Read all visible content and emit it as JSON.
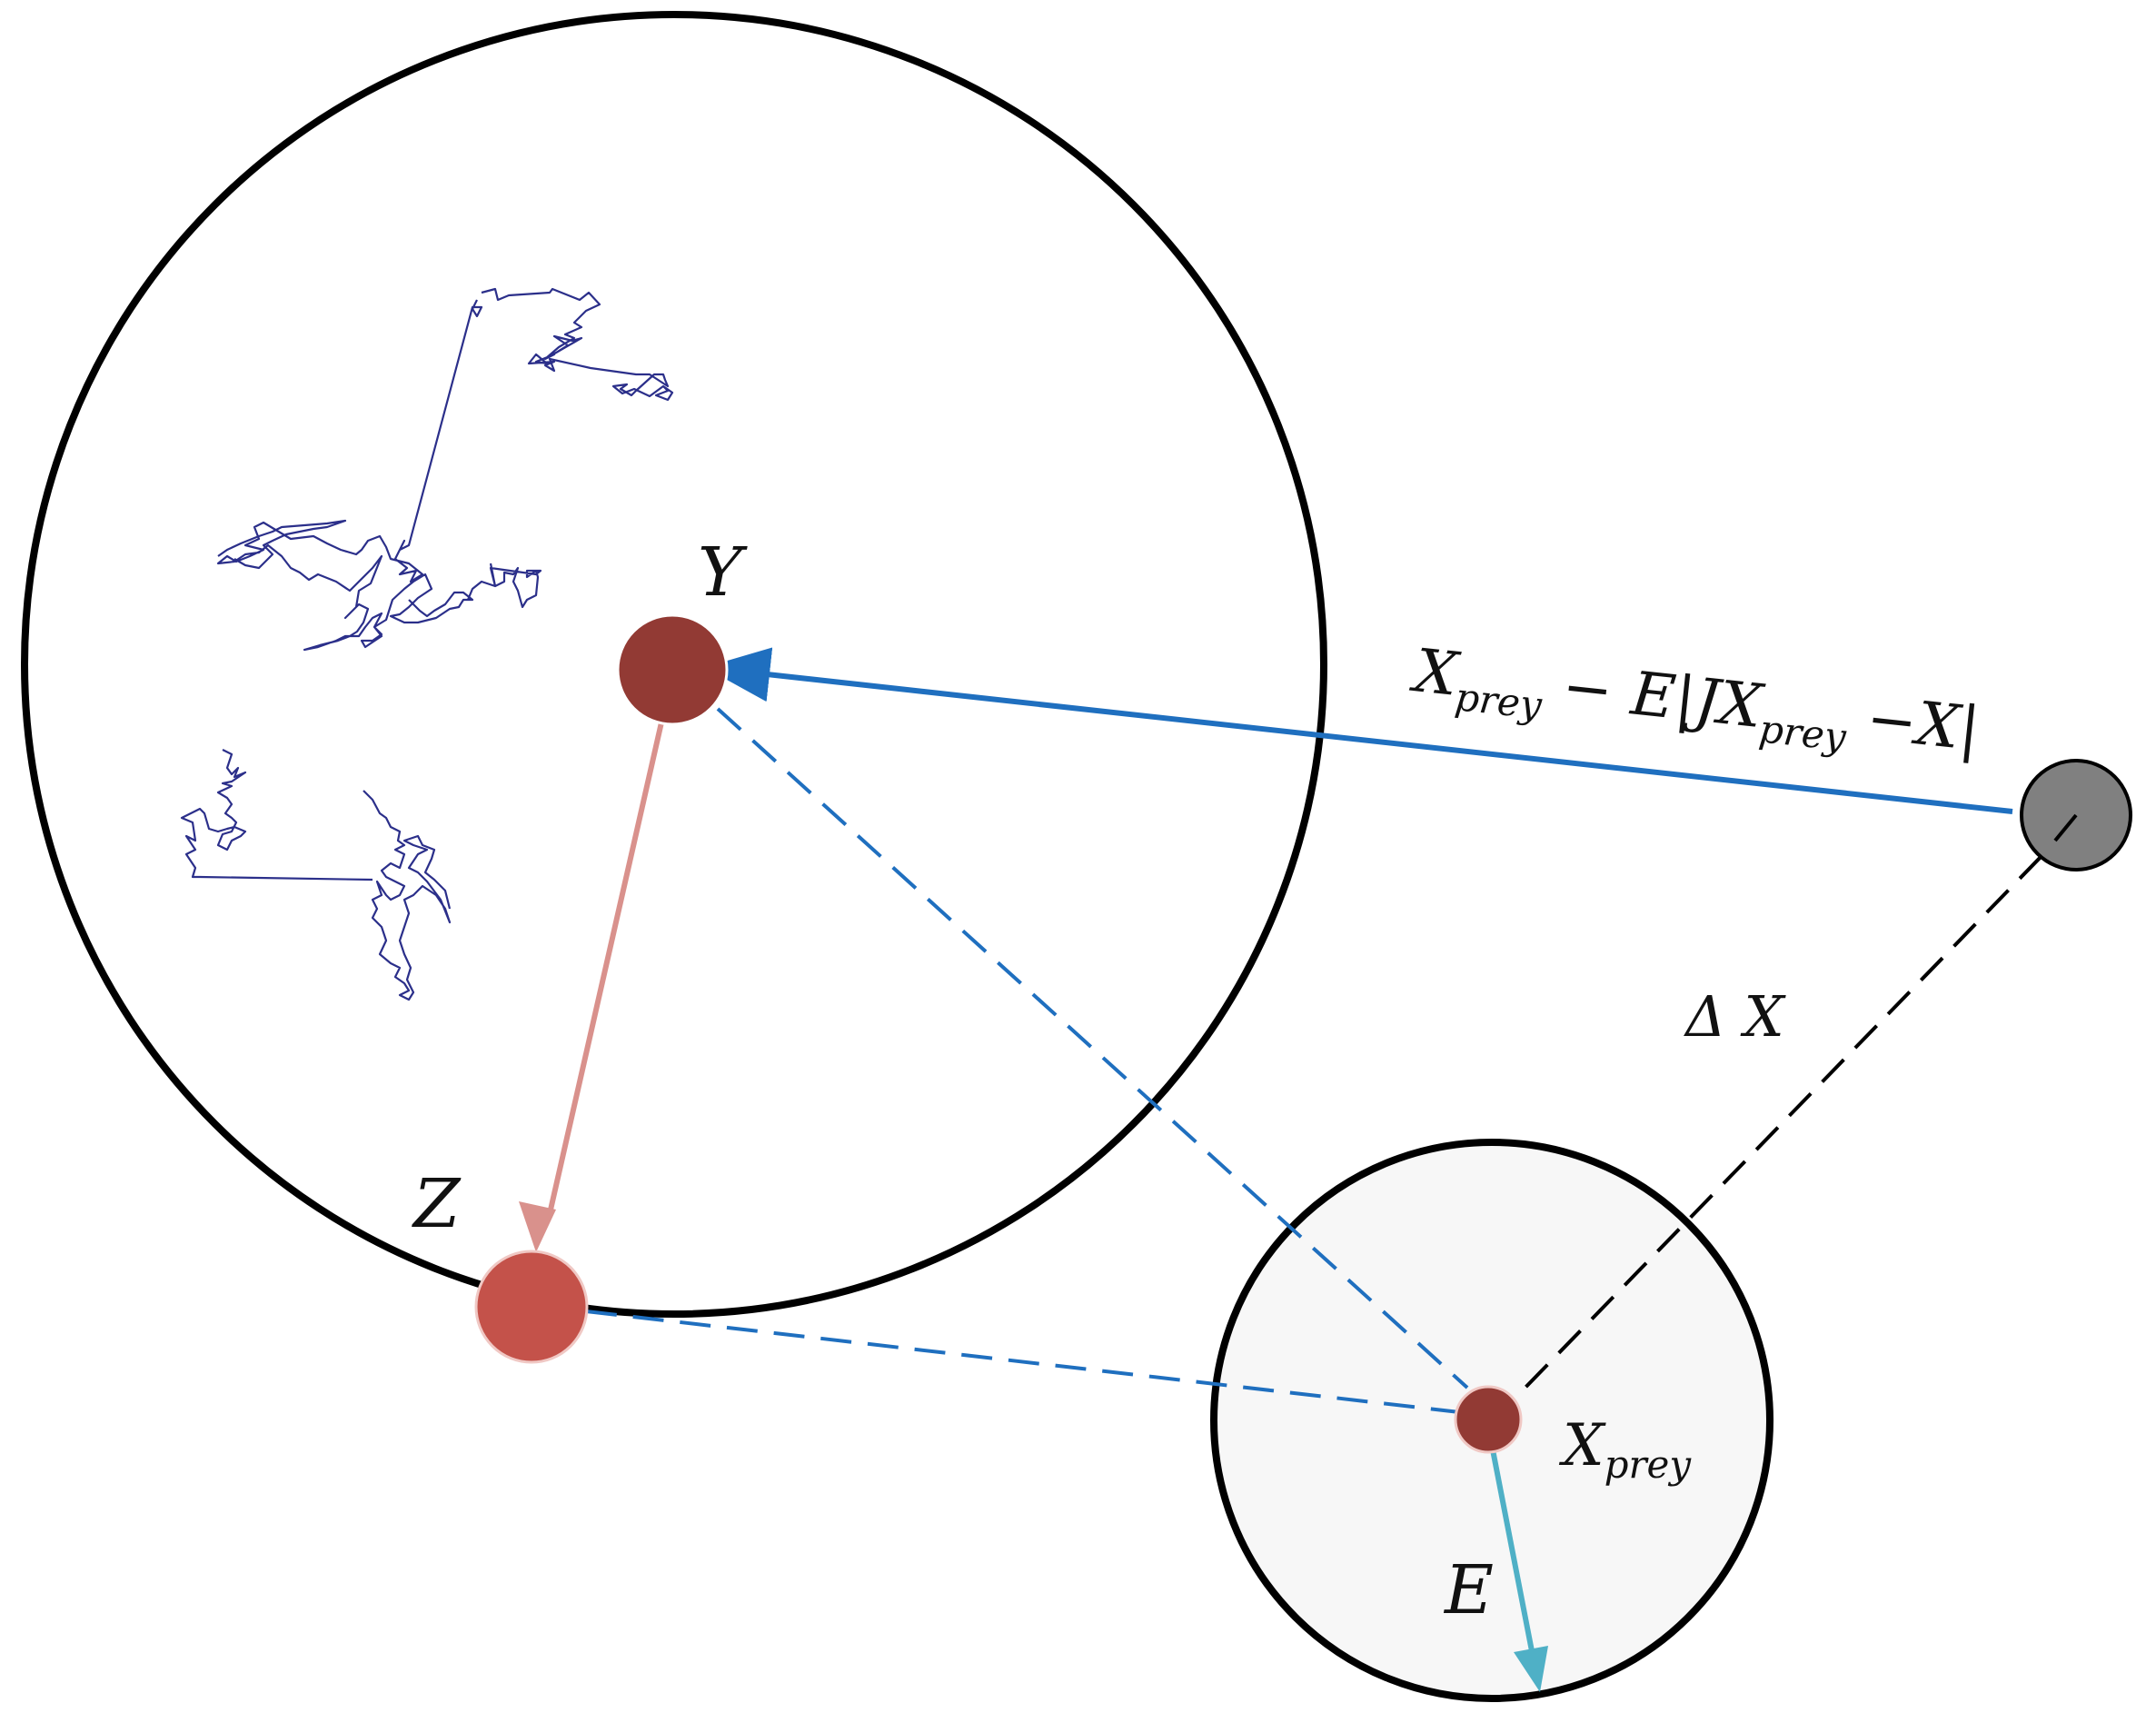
{
  "labels": {
    "y": "Y",
    "z": "Z",
    "e": "E",
    "delta_x": "Δ X",
    "x_prey": {
      "base": "X",
      "sub": "prey"
    },
    "update_rule": {
      "part1_base": "X",
      "part1_sub": "prey",
      "part2": " − E|J",
      "part3_base": "X",
      "part3_sub": "prey",
      "part4": " −X|"
    }
  },
  "colors": {
    "outline": "#000000",
    "update_arrow": "#1f6fbf",
    "dashed_link": "#1f6fbf",
    "pink_arrow": "#d9918c",
    "e_arrow": "#4fb0c6",
    "node_dark_red": "#923a34",
    "node_red": "#c4524a",
    "node_gray": "#808080",
    "levy_path": "#2b2f8a",
    "small_circle_fill": "#f7f7f7"
  }
}
